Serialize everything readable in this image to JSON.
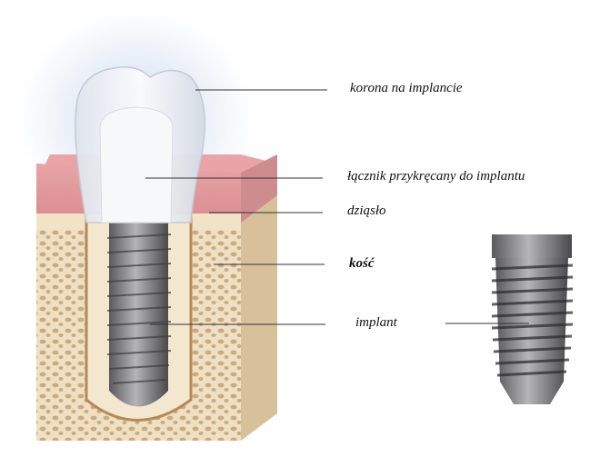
{
  "labels": {
    "crown": "korona na implancie",
    "abutment": "łącznik przykręcany do implantu",
    "gum": "dziąsło",
    "bone": "kość",
    "implant": "implant"
  },
  "colors": {
    "gum": "#e29a9c",
    "bone": "#efe0c4",
    "bone_pores": "#c9ab80",
    "implant_metal": "#8a8a8c",
    "crown": "#f2f4f8",
    "glow": "#c9d8ef"
  }
}
